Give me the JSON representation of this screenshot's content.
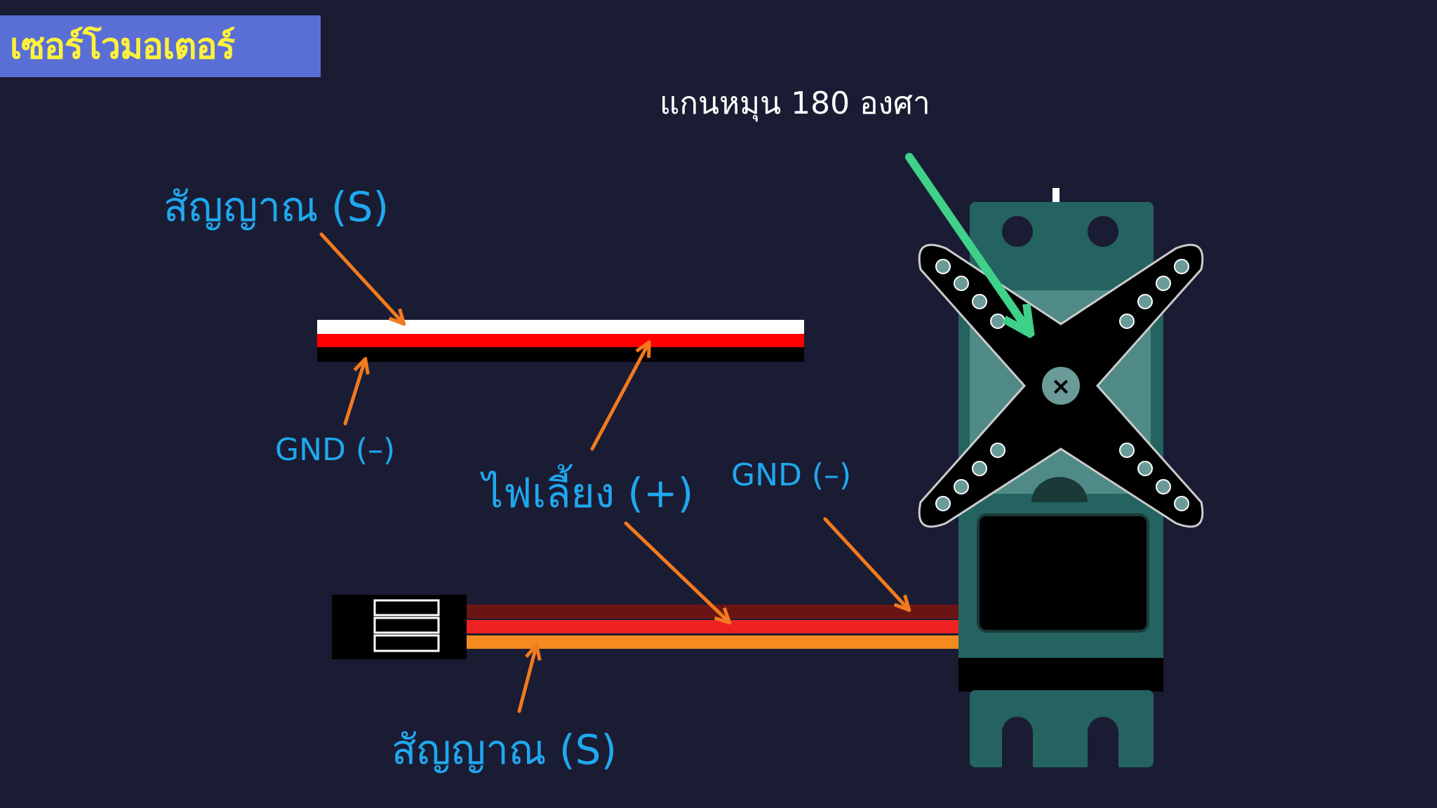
{
  "title": "เซอร์โวมอเตอร์",
  "labels": {
    "axis": "แกนหมุน 180 องศา",
    "signal_top": "สัญญาณ (S)",
    "gnd_top": "GND (–)",
    "power": "ไฟเลี้ยง (+)",
    "gnd_bottom": "GND (–)",
    "signal_bottom": "สัญญาณ (S)"
  },
  "colors": {
    "background": "#1a1c33",
    "title_bar": "#5a6fd6",
    "title_text": "#fff23a",
    "label_text": "#1fa8ef",
    "arrow": "#f27a1e",
    "axis_arrow": "#3fd08a",
    "servo_body": "#24635f",
    "wire_white": "#ffffff",
    "wire_red": "#ff0000",
    "wire_black": "#000000",
    "wire_brown": "#6a1414",
    "wire_red_2": "#ee2222",
    "wire_orange": "#f58a1f"
  }
}
